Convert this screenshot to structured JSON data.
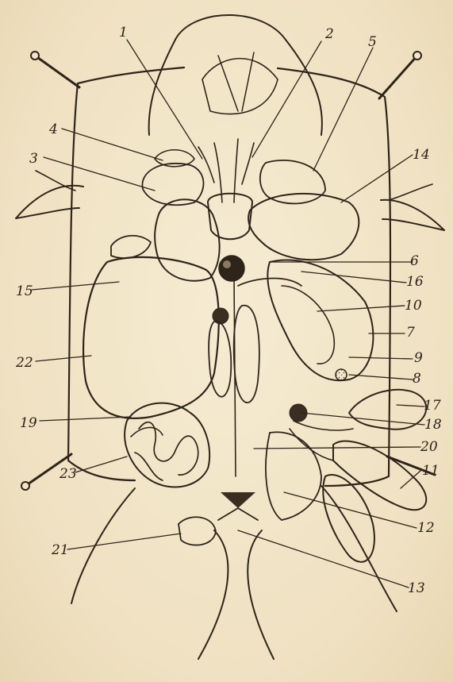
{
  "figure": {
    "callout_numbers": [
      "1",
      "2",
      "3",
      "4",
      "5",
      "6",
      "7",
      "8",
      "9",
      "10",
      "11",
      "12",
      "13",
      "14",
      "15",
      "16",
      "17",
      "18",
      "19",
      "20",
      "21",
      "22",
      "23"
    ],
    "colors": {
      "paper": "#f2e6c8",
      "ink": "#2e241a",
      "shade": "#7a6a55"
    }
  }
}
